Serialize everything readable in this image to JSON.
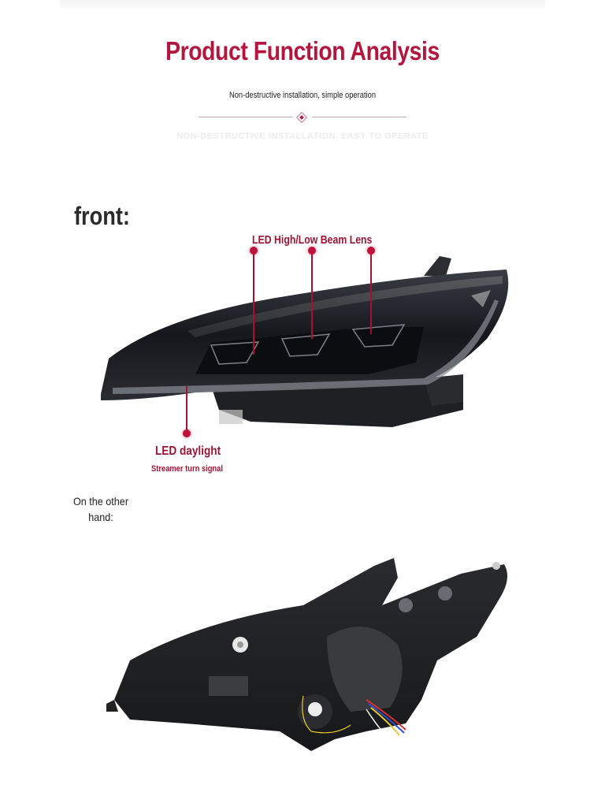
{
  "header": {
    "title": "Product Function Analysis",
    "subtitle": "Non-destructive installation, simple operation",
    "caption_en": "NON-DESTRUCTIVE INSTALLATION, EASY TO OPERATE"
  },
  "front_section": {
    "heading": "front:",
    "callouts": {
      "lens": "LED High/Low Beam Lens",
      "daylight": "LED daylight",
      "streamer": "Streamer turn signal"
    },
    "image_alt": "Headlight front view with smoked lens and three LED projector modules"
  },
  "back_section": {
    "heading": "On the other hand:",
    "image_alt": "Headlight rear housing view with adjusters and wiring"
  },
  "colors": {
    "accent": "#b3173e",
    "callout": "#9b1535",
    "heading": "#2b2b2b"
  }
}
